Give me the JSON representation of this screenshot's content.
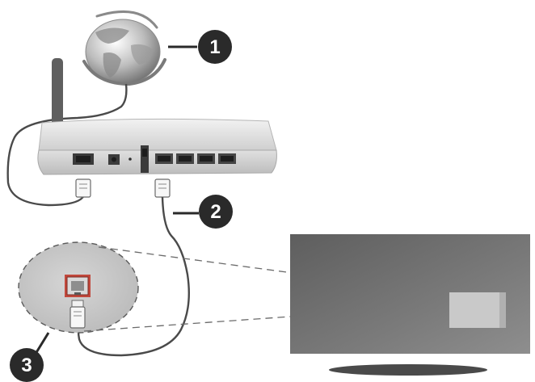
{
  "callouts": [
    {
      "id": "1",
      "label": "1"
    },
    {
      "id": "2",
      "label": "2"
    },
    {
      "id": "3",
      "label": "3"
    }
  ],
  "router": {
    "port_labels": [
      "",
      "",
      "",
      "",
      "",
      "",
      "",
      ""
    ]
  },
  "colors": {
    "background": "#ffffff",
    "cable": "#4a4a4a",
    "callout_fill": "#2a2a2a",
    "zoom_circle": "#c8c8c8",
    "tv_panel": "#6f6f6f",
    "port_highlight": "#c0392b"
  },
  "icons": {
    "globe": "globe-icon",
    "router": "router-icon",
    "tv": "tv-icon",
    "lan_port": "ethernet-port-icon"
  }
}
